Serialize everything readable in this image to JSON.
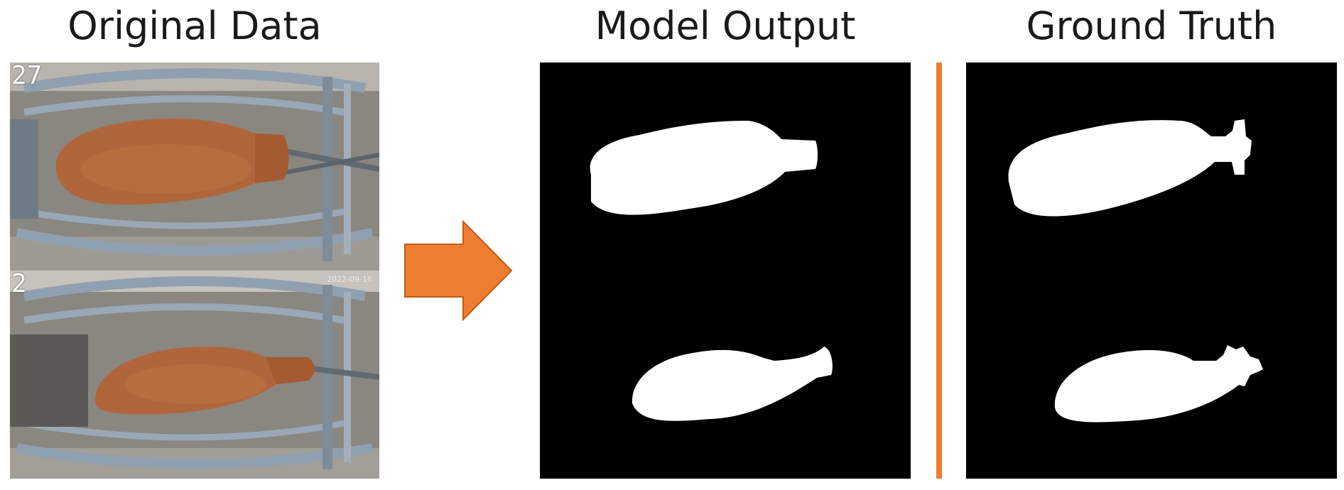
{
  "titles": {
    "original": "Original Data",
    "model_output": "Model Output",
    "ground_truth": "Ground Truth"
  },
  "original_data": {
    "frame_top": "27",
    "frame_bottom": "2",
    "stamp": "2022-09-16"
  },
  "colors": {
    "arrow": "#ed7d31",
    "divider": "#ed7d31",
    "mask_foreground": "#ffffff",
    "mask_background": "#000000",
    "cattle": "#b0663a"
  },
  "icons": {
    "arrow": "right-arrow-icon"
  }
}
